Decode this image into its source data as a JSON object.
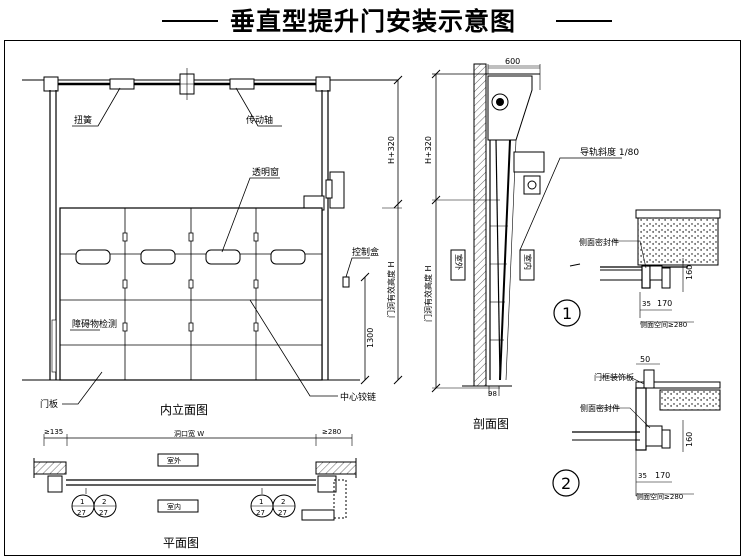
{
  "title": "垂直型提升门安装示意图",
  "labels": {
    "torsion_spring": "扭簧",
    "drive_shaft": "传动轴",
    "window": "透明窗",
    "control_box": "控制盒",
    "obstacle_detect": "障碍物检测",
    "door_panel": "门板",
    "center_hinge": "中心铰链",
    "dim_h320_left": "H+320",
    "dim_h320_right": "H+320",
    "dim_door_height_left": "门洞有效高度 H",
    "dim_door_height_right": "门洞有效高度 H",
    "dim_1300": "1300",
    "dim_600": "600",
    "dim_98": "98",
    "track_slope": "导轨斜度 1/80",
    "indoor": "室内",
    "outdoor": "室外",
    "side_seal_1": "侧面密封件",
    "side_seal_2": "侧面密封件",
    "frame_trim": "门框装饰板",
    "dim_160_1": "160",
    "dim_160_2": "160",
    "dim_170_1": "170",
    "dim_170_2": "170",
    "dim_35_1": "35",
    "dim_35_2": "35",
    "dim_50": "50",
    "side_space_1": "侧面空间≥280",
    "side_space_2": "侧面空间≥280",
    "dim_135": "≥135",
    "opening_width": "洞口宽 W",
    "dim_280": "≥280",
    "plan_outdoor": "室外",
    "plan_indoor": "室内",
    "ref1_top": "1",
    "ref1_bottom": "27",
    "ref2_top": "2",
    "ref2_bottom": "27",
    "ref1b_top": "1",
    "ref1b_bottom": "27",
    "ref2b_top": "2",
    "ref2b_bottom": "27",
    "detail_1": "1",
    "detail_2": "2",
    "caption_elevation": "内立面图",
    "caption_section": "剖面图",
    "caption_plan": "平面图"
  }
}
